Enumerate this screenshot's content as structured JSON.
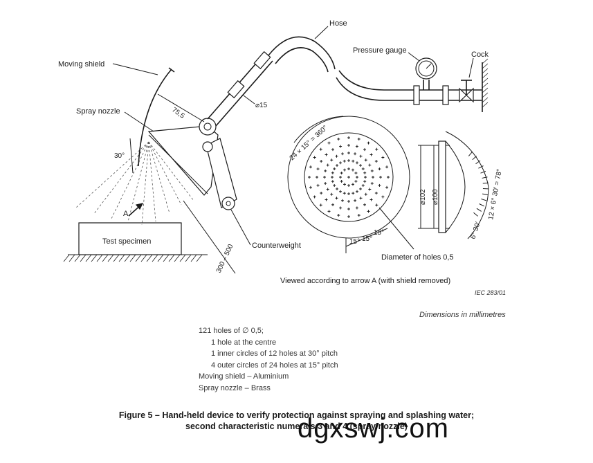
{
  "labels": {
    "hose": "Hose",
    "pressure_gauge": "Pressure gauge",
    "cock": "Cock",
    "moving_shield": "Moving shield",
    "spray_nozzle": "Spray nozzle",
    "dim_75_5": "75,5",
    "dim_15": "⌀15",
    "angle_30": "30°",
    "arrow_a": "A",
    "test_specimen": "Test specimen",
    "counterweight": "Counterweight",
    "dim_300_500": "300 – 500",
    "holes_angle": "24 × 15° = 360°",
    "dim_102": "⌀102",
    "dim_100": "⌀100",
    "side_angle": "12 × 6° 30′ = 78°",
    "side_angle_small": "6° 30′",
    "pitch_1": "15°",
    "pitch_2": "15°",
    "pitch_3": "15°",
    "diameter_holes": "Diameter of holes 0,5",
    "viewed_according": "Viewed according to arrow A (with shield removed)",
    "iec_ref": "IEC   283/01",
    "dimensions_note": "Dimensions in millimetres"
  },
  "notes": [
    "121 holes of ∅ 0,5;",
    "1 hole at the centre",
    "1 inner circles of 12 holes at 30° pitch",
    "4 outer circles of 24 holes at 15° pitch",
    "Moving shield – Aluminium",
    "Spray nozzle – Brass"
  ],
  "caption": {
    "line1": "Figure 5 – Hand-held device to verify protection against spraying and splashing water;",
    "line2": "second characteristic numerals 3 and 4 (spray nozzle)"
  },
  "watermark": "dgxswj.com",
  "holes": {
    "centre": 1,
    "inner_count": 12,
    "outer_rings": 4,
    "outer_count": 24
  }
}
